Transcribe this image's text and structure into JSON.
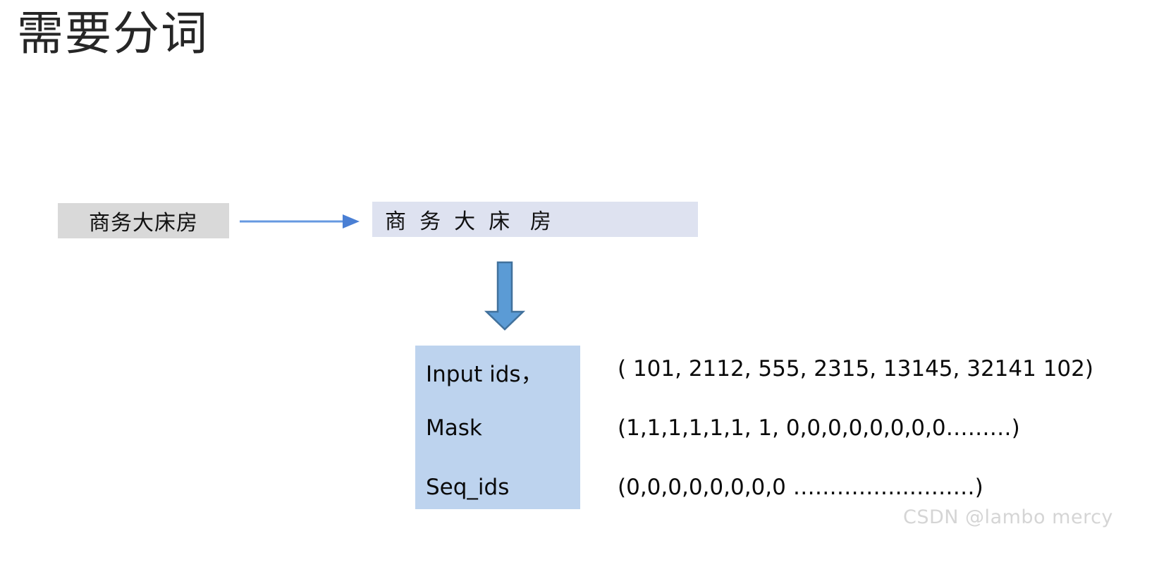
{
  "slide": {
    "title": "需要分词",
    "background_color": "#ffffff"
  },
  "source": {
    "label": "商务大床房",
    "background_color": "#d9d9d9"
  },
  "horizontal_arrow": {
    "icon": "arrow-right-icon",
    "color": "#5b9bd5"
  },
  "tokenized": {
    "text": "商  务  大  床   房",
    "tokens": [
      "商",
      "务",
      "大",
      "床",
      "房"
    ],
    "background_color": "#dee2f0"
  },
  "vertical_arrow": {
    "icon": "arrow-down-icon",
    "fill_color": "#5b9bd5",
    "stroke_color": "#41719c"
  },
  "features": {
    "background_color": "#bdd3ee",
    "rows": [
      {
        "label": "Input ids，",
        "value": "( 101, 2112, 555, 2315, 13145, 32141 102)"
      },
      {
        "label": "Mask",
        "value": "(1,1,1,1,1,1, 1, 0,0,0,0,0,0,0,0………)"
      },
      {
        "label": "Seq_ids",
        "value": "(0,0,0,0,0,0,0,0 …………….………)"
      }
    ]
  },
  "watermark": {
    "text": "CSDN @lambo mercy",
    "color": "#d5d5d5"
  }
}
